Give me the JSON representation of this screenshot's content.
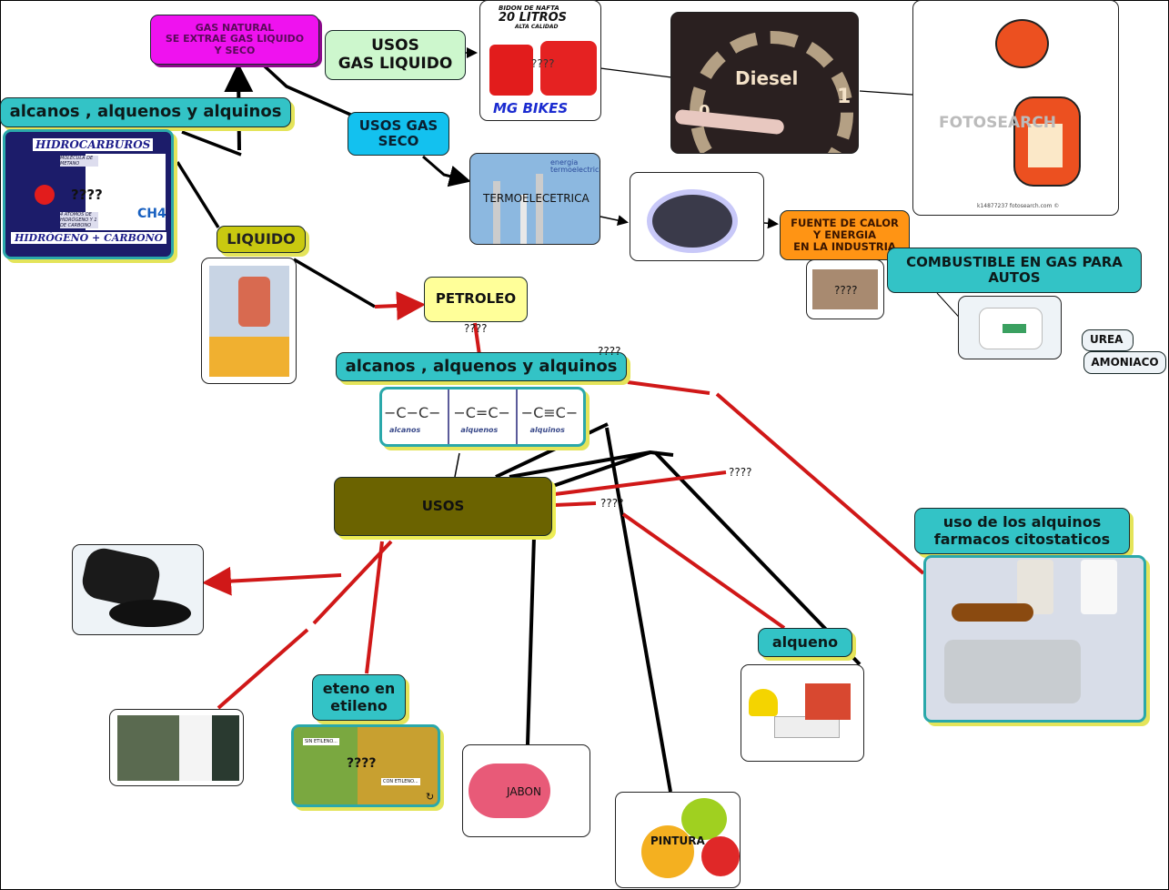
{
  "nodes": {
    "gas_natural": "GAS NATURAL\nSE EXTRAE GAS LIQUIDO\nY SECO",
    "usos_gas_liquido": "USOS\nGAS LIQUIDO",
    "usos_gas_seco": "USOS GAS\nSECO",
    "alcanos_top": "alcanos , alquenos y alquinos",
    "liquido": "LIQUIDO",
    "petroleo": "PETROLEO",
    "alcanos_mid": "alcanos , alquenos y alquinos",
    "usos": "USOS",
    "fuente_calor": "FUENTE DE CALOR\nY ENERGIA\nEN LA INDUSTRIA",
    "combustible_autos": "COMBUSTIBLE EN GAS PARA\nAUTOS",
    "urea": "UREA",
    "amoniaco": "AMONIACO",
    "uso_alquinos": "uso de los alquinos\nfarmacos citostaticos",
    "alqueno": "alqueno",
    "eteno": "eteno en\netileno"
  },
  "images": {
    "bidon": {
      "line1": "BIDON DE NAFTA",
      "line2": "20 LITROS",
      "line3": "ALTA CALIDAD",
      "brand": "MG BIKES",
      "q": "????"
    },
    "diesel": {
      "label": "Diesel",
      "zero": "0",
      "one": "1"
    },
    "fotosearch": {
      "watermark": "FOTOSEARCH",
      "code": "k14877237  fotosearch.com ©"
    },
    "hidrocarburos": {
      "title": "HIDROCARBUROS",
      "molecula": "MOLÉCULA DE METANO",
      "atomos": "4 ATOMOS DE HIDRÓGENO Y 1 DE CARBONO",
      "formula": "CH4",
      "bottom": "HIDRÓGENO + CARBONO",
      "q": "????"
    },
    "termo": {
      "caption": "TERMOELECETRICA",
      "tag": "energia termoelectrica"
    },
    "fuego": {
      "q": "????"
    },
    "formulas": [
      {
        "formula": "−C−C−",
        "name": "alcanos"
      },
      {
        "formula": "−C=C−",
        "name": "alquenos"
      },
      {
        "formula": "−C≡C−",
        "name": "alquinos"
      }
    ],
    "bananas": {
      "sin": "SIN ETILENO...",
      "con": "CON ETILENO...",
      "q": "????"
    },
    "jabon": {
      "caption": "JABON"
    },
    "pintura": {
      "caption": "PINTURA"
    }
  },
  "link_labels": {
    "petroleo_q": "????",
    "alcanos_q": "????",
    "usos_q1": "????",
    "usos_q2": "????"
  },
  "colors": {
    "magenta": "#ef12ef",
    "light_green": "#cdf7cd",
    "cyan": "#13c1ef",
    "teal": "#33c3c6",
    "olive_node": "#c9c910",
    "yellow_node": "#ffff99",
    "usos_olive": "#6b6300",
    "orange": "#ff9414",
    "red_link": "#d01818"
  }
}
